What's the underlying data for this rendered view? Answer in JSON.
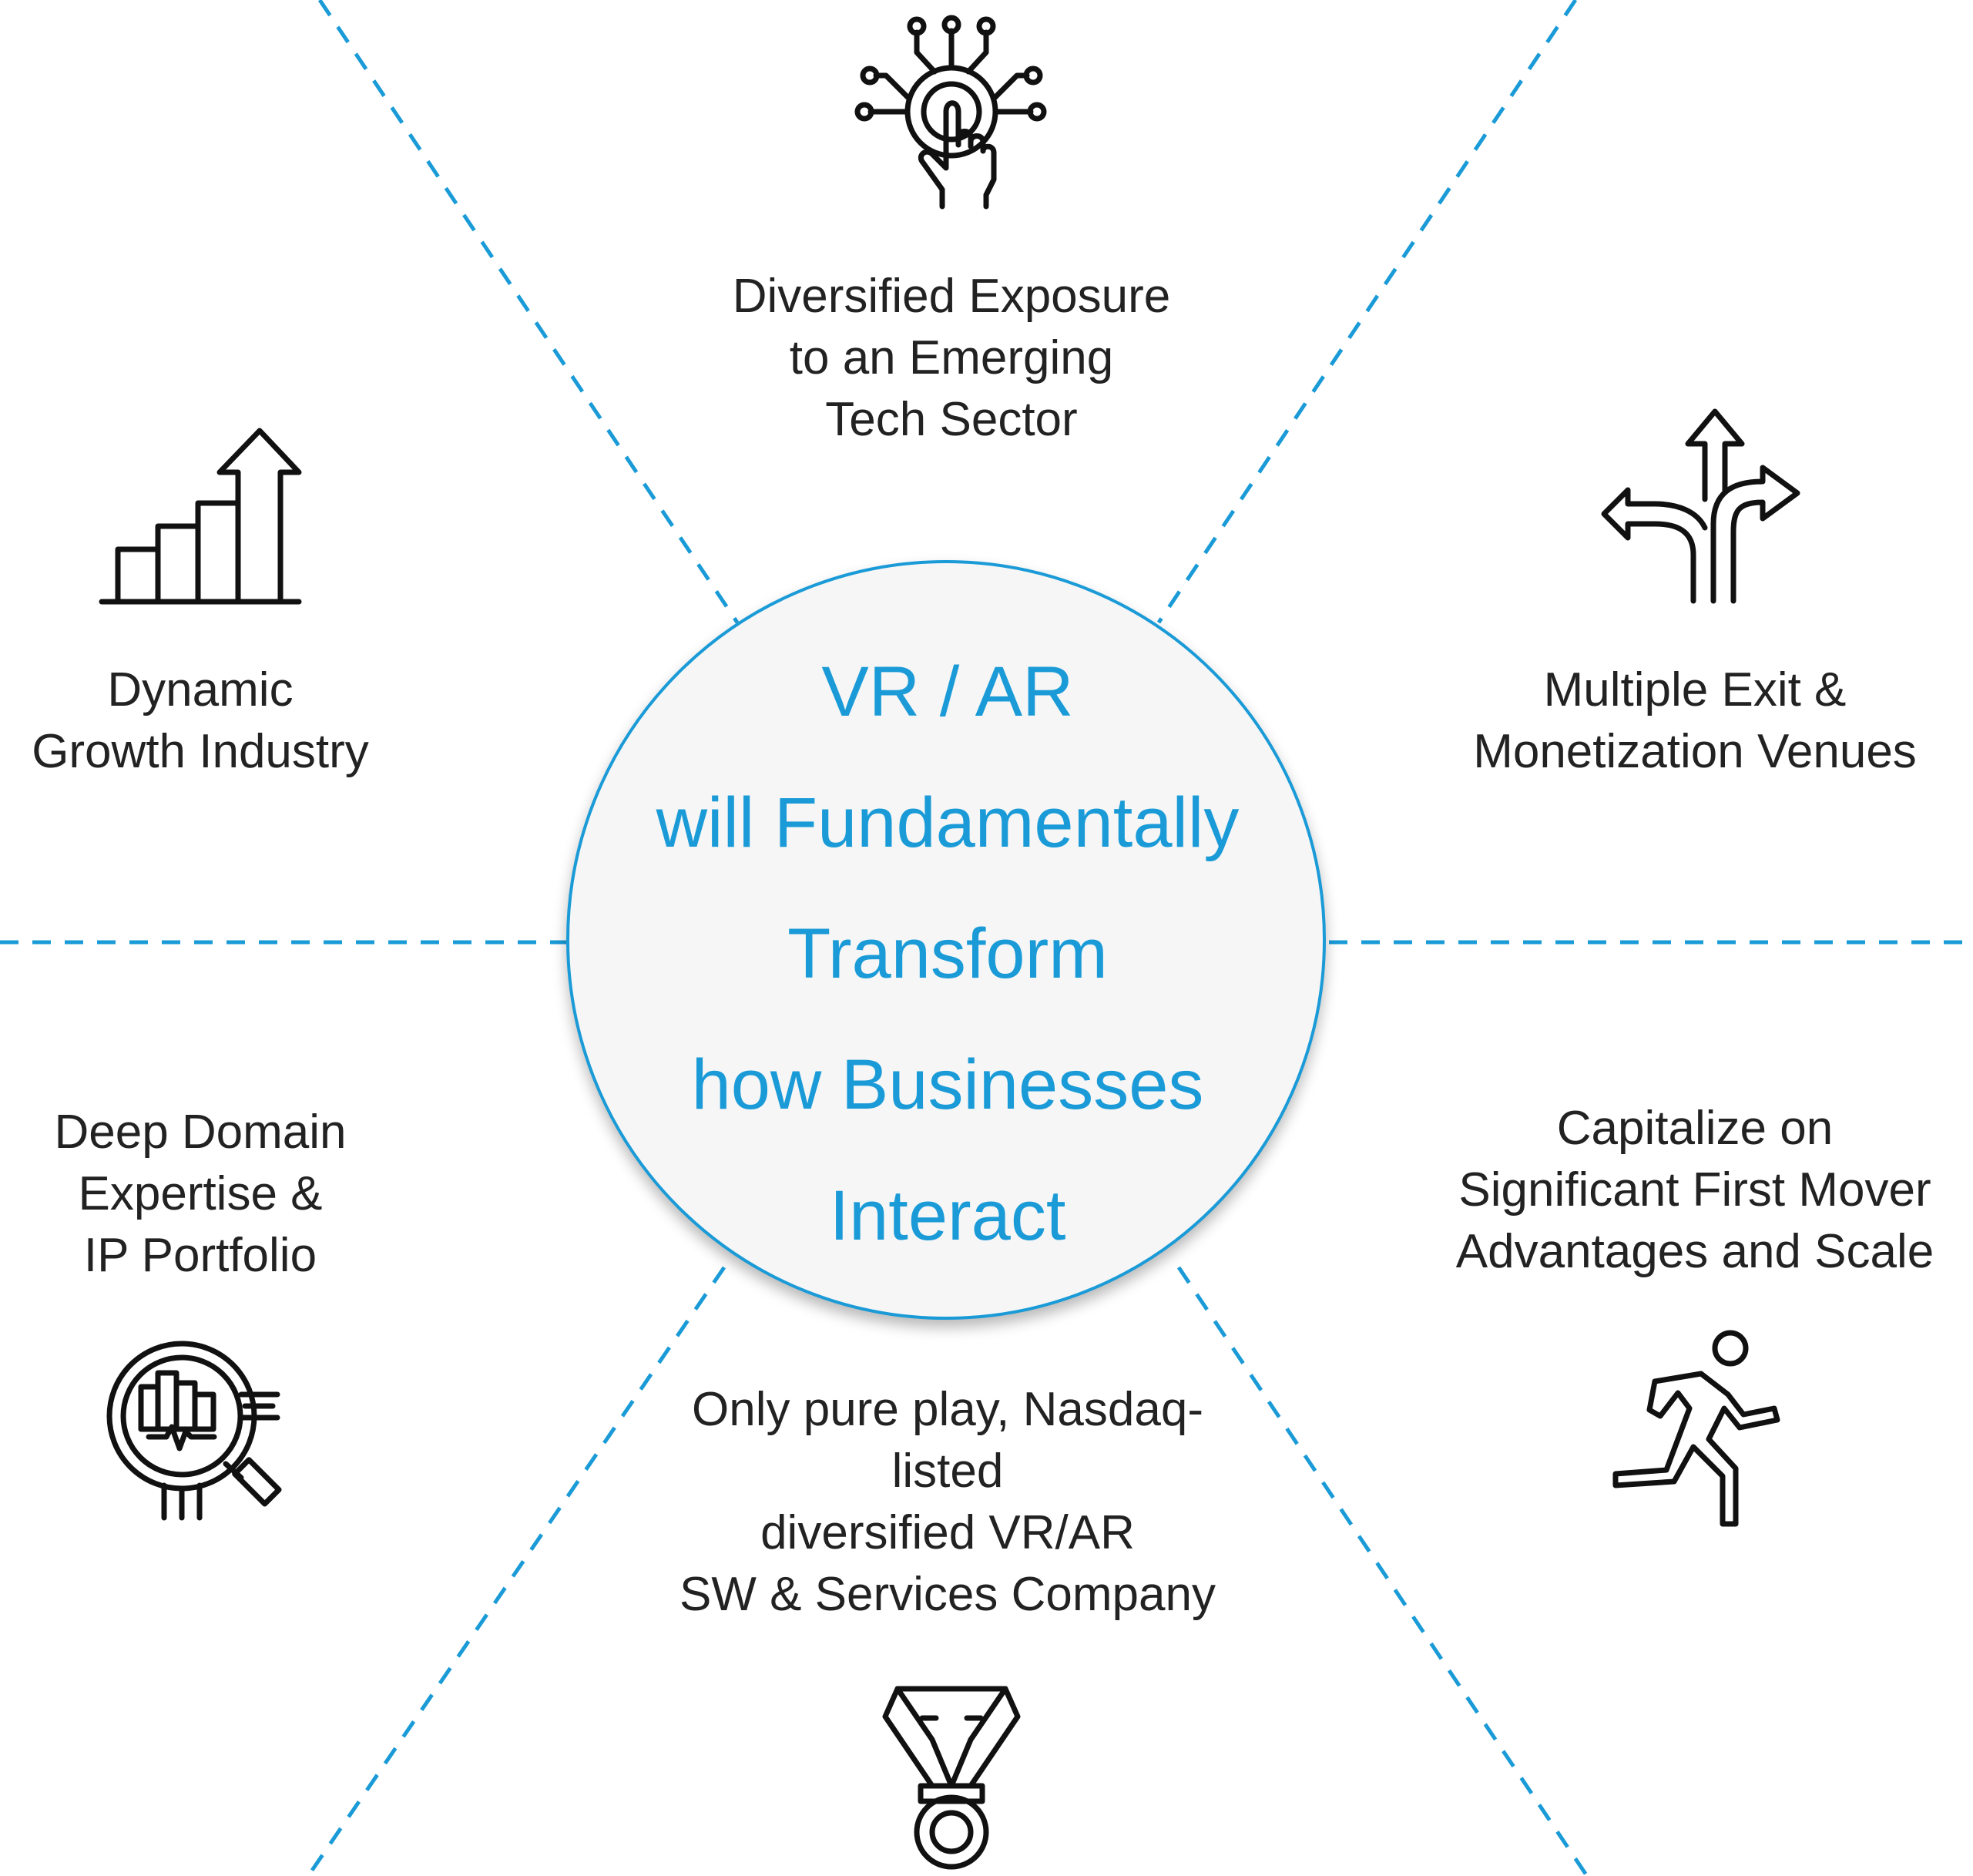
{
  "center": {
    "lines": [
      "VR / AR",
      "will Fundamentally",
      "Transform",
      "how Businesses",
      "Interact"
    ]
  },
  "segments": [
    {
      "id": "top",
      "icon": "touch-network-icon",
      "lines": [
        "Diversified Exposure",
        "to an Emerging",
        "Tech Sector"
      ]
    },
    {
      "id": "top-left",
      "icon": "growth-bar-chart-icon",
      "lines": [
        "Dynamic",
        "Growth Industry"
      ]
    },
    {
      "id": "top-right",
      "icon": "split-arrows-icon",
      "lines": [
        "Multiple Exit &",
        "Monetization Venues"
      ]
    },
    {
      "id": "bottom-left",
      "icon": "magnifier-analytics-icon",
      "lines": [
        "Deep Domain",
        "Expertise &",
        "IP  Portfolio"
      ]
    },
    {
      "id": "bottom-right",
      "icon": "running-person-icon",
      "lines": [
        "Capitalize on",
        "Significant First Mover",
        "Advantages and Scale"
      ]
    },
    {
      "id": "bottom",
      "icon": "medal-icon",
      "lines": [
        "Only pure play, Nasdaq-",
        "listed",
        "diversified VR/AR",
        "SW & Services Company"
      ]
    }
  ],
  "colors": {
    "accent": "#1a9bd7",
    "text": "#222222",
    "circle_fill": "#f6f6f6"
  }
}
